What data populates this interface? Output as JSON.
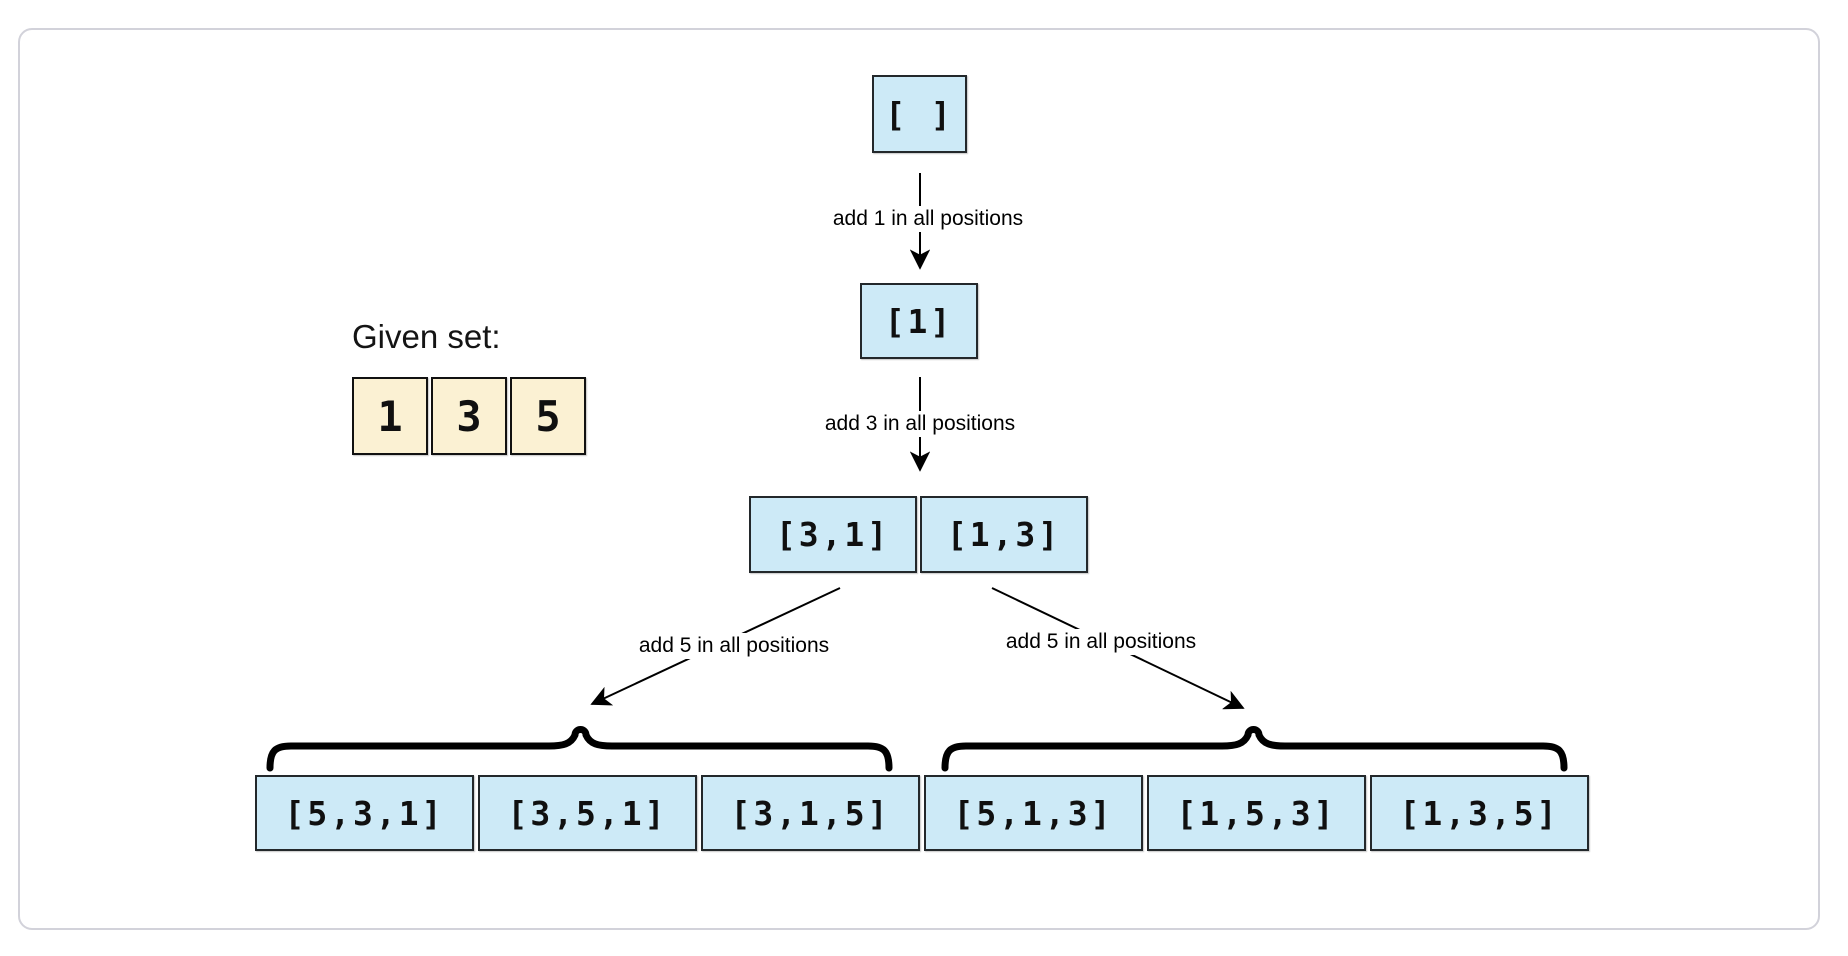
{
  "given_set": {
    "label": "Given set:",
    "items": [
      "1",
      "3",
      "5"
    ]
  },
  "tree": {
    "root_label": "[ ]",
    "level1_label": "[1]",
    "level2_labels": [
      "[3,1]",
      "[1,3]"
    ],
    "leaf_labels": [
      "[5,3,1]",
      "[3,5,1]",
      "[3,1,5]",
      "[5,1,3]",
      "[1,5,3]",
      "[1,3,5]"
    ],
    "edges": {
      "add1": "add 1 in all positions",
      "add3": "add 3 in all positions",
      "add5_left": "add 5 in all positions",
      "add5_right": "add 5 in all positions"
    }
  },
  "colors": {
    "node_fill": "#cdeaf7",
    "node_border": "#23282b",
    "set_fill": "#fbf1d3",
    "set_border": "#111111",
    "ink": "#000000",
    "card_border": "#d2d2da"
  }
}
